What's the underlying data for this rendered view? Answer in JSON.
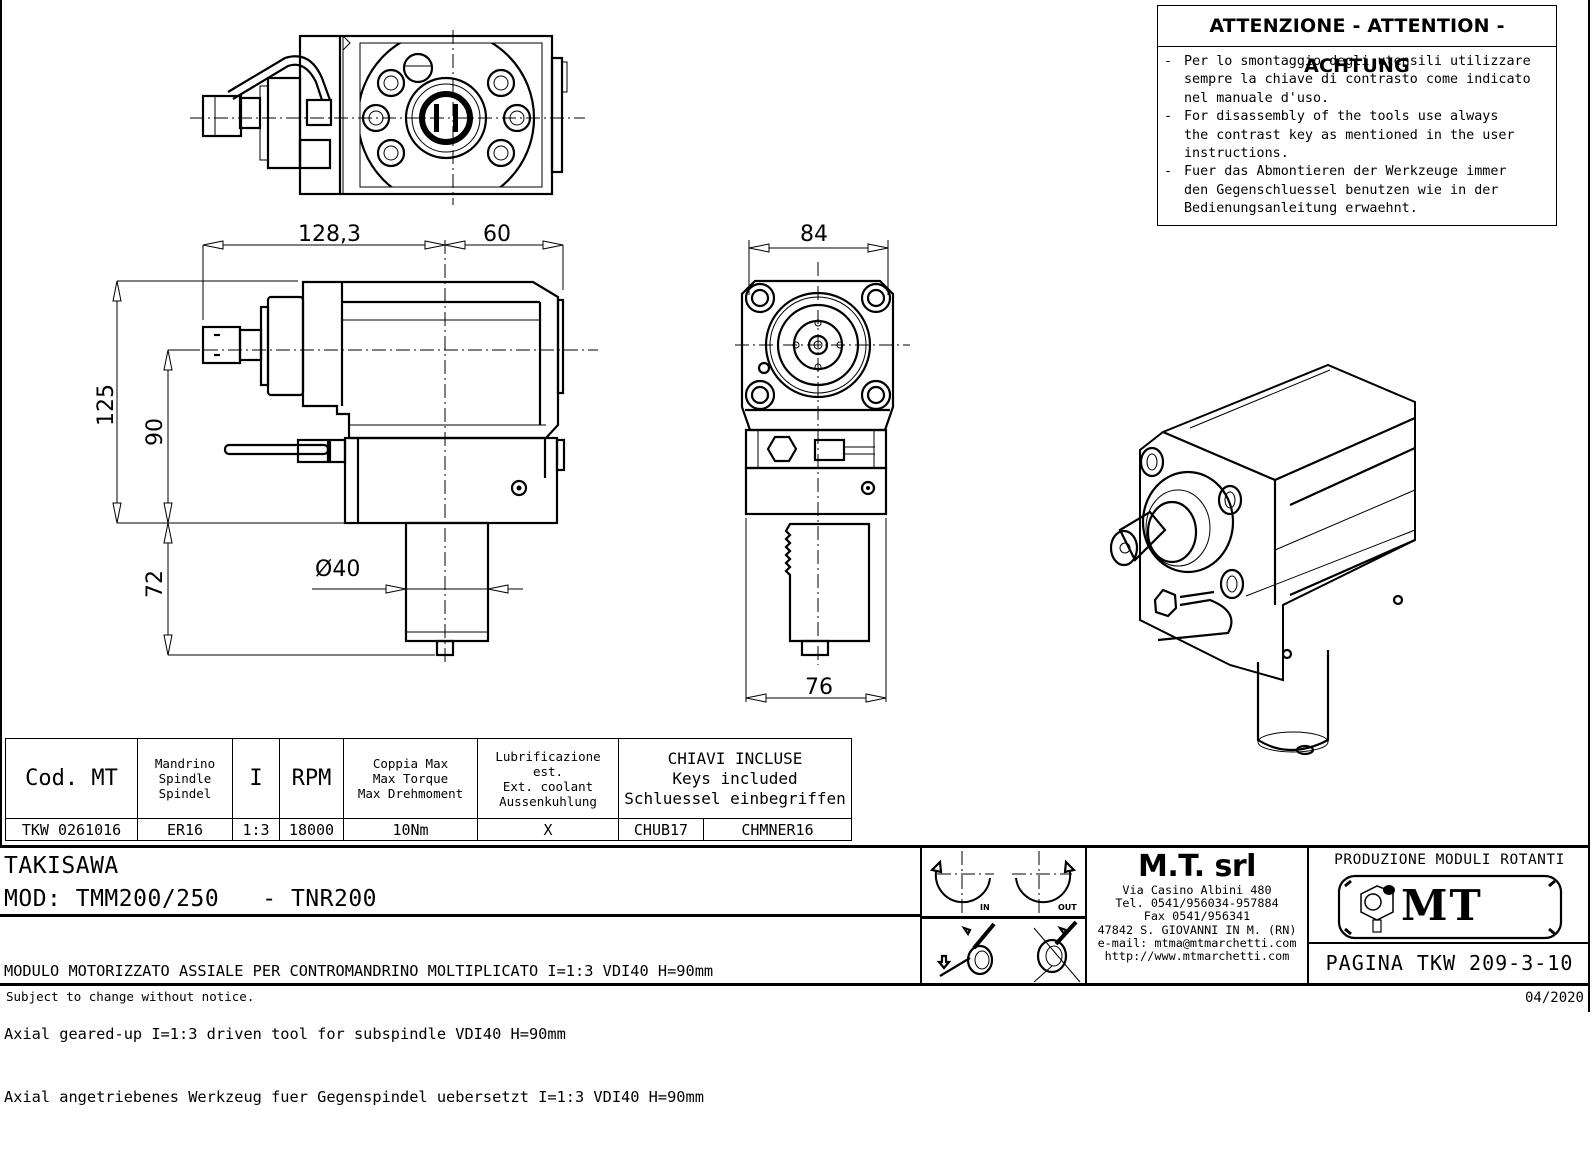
{
  "warning": {
    "title": "ATTENZIONE - ATTENTION - ACHTUNG",
    "items": [
      {
        "lines": [
          "Per lo smontaggio degli utensili utilizzare",
          "sempre la chiave di contrasto come indicato",
          "nel manuale d'uso."
        ]
      },
      {
        "lines": [
          "For disassembly of the tools use always",
          "the contrast key as mentioned in the user",
          "instructions."
        ]
      },
      {
        "lines": [
          "Fuer das Abmontieren der Werkzeuge immer",
          "den Gegenschluessel benutzen wie in der",
          "Bedienungsanleitung erwaehnt."
        ]
      }
    ]
  },
  "dimensions": {
    "side_view": {
      "length_total": "128,3",
      "length_center": "60",
      "height_total": "125",
      "height_axis": "90",
      "shank_length": "72",
      "shank_diameter": "Ø40"
    },
    "front_view": {
      "width_top": "84",
      "width_bottom": "76"
    }
  },
  "spec_table": {
    "headers": {
      "code": "Cod. MT",
      "spindle": [
        "Mandrino",
        "Spindle",
        "Spindel"
      ],
      "ratio": "I",
      "rpm": "RPM",
      "torque": [
        "Coppia Max",
        "Max Torque",
        "Max Drehmoment"
      ],
      "coolant": [
        "Lubrificazione est.",
        "Ext. coolant",
        "Aussenkuhlung"
      ],
      "keys": [
        "CHIAVI INCLUSE",
        "Keys included",
        "Schluessel einbegriffen"
      ]
    },
    "row": {
      "code": "TKW 0261016",
      "spindle": "ER16",
      "ratio": "1:3",
      "rpm": "18000",
      "torque": "10Nm",
      "coolant": "X",
      "key1": "CHUB17",
      "key2": "CHMNER16"
    }
  },
  "title_block": {
    "brand": "TAKISAWA",
    "model": "MOD: TMM200/250   - TNR200",
    "descriptions": [
      "MODULO MOTORIZZATO ASSIALE PER CONTROMANDRINO MOLTIPLICATO I=1:3 VDI40 H=90mm",
      "Axial geared-up I=1:3 driven tool for subspindle VDI40 H=90mm",
      "Axial angetriebenes Werkzeug fuer Gegenspindel uebersetzt I=1:3 VDI40 H=90mm"
    ],
    "rotation_labels": {
      "in": "IN",
      "out": "OUT"
    },
    "company": {
      "name": "M.T. srl",
      "lines": [
        "Via Casino Albini 480",
        "Tel. 0541/956034-957884",
        "Fax 0541/956341",
        "47842 S. GIOVANNI IN M. (RN)",
        "e-mail: mtma@mtmarchetti.com",
        "http://www.mtmarchetti.com"
      ]
    },
    "logo_caption": "PRODUZIONE MODULI ROTANTI",
    "logo_text": "MT",
    "page": "PAGINA  TKW 209-3-10"
  },
  "footer": {
    "notice": "Subject to change without notice.",
    "date": "04/2020"
  }
}
